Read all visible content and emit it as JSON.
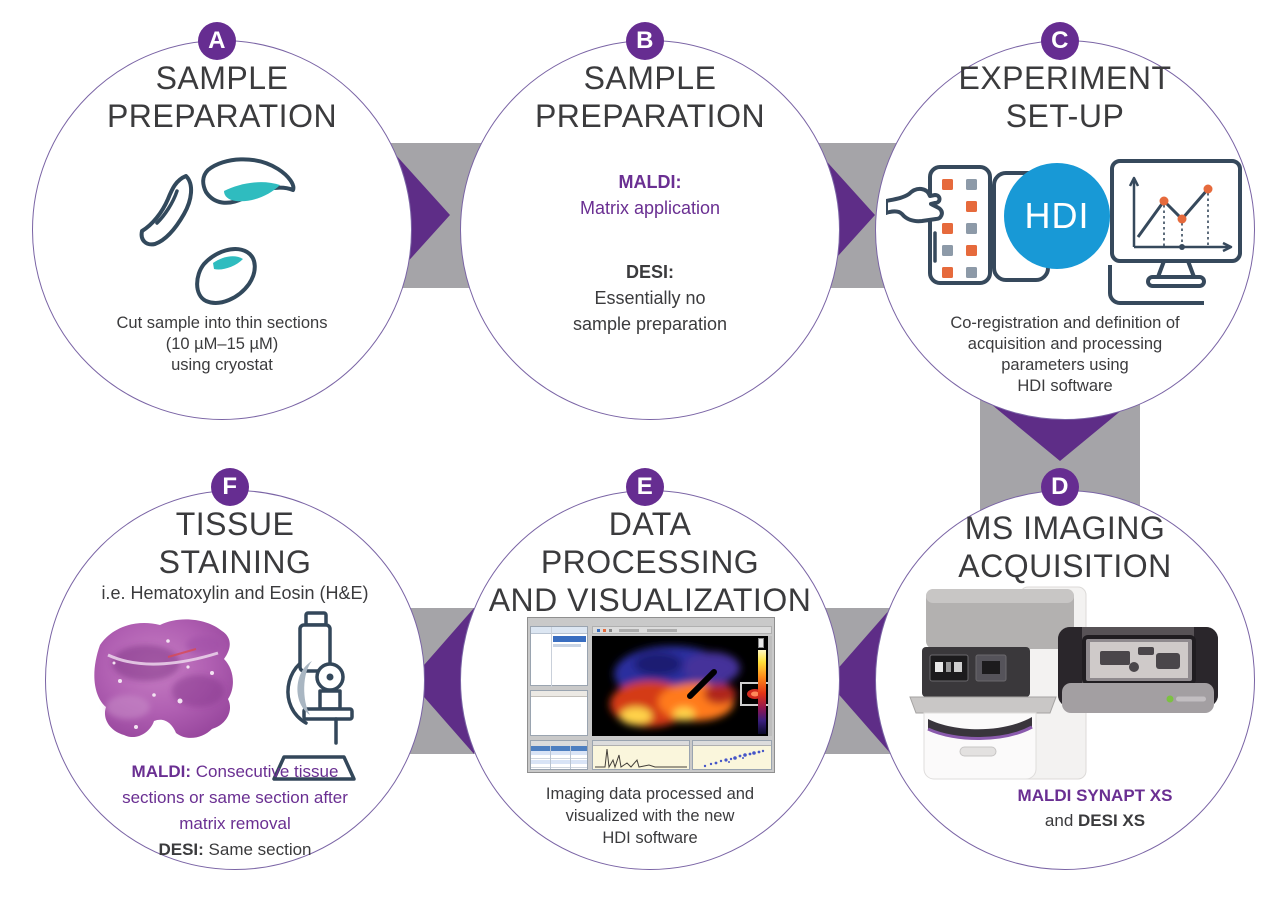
{
  "diagram_title": "MS imaging workflow",
  "colors": {
    "badge_purple": "#662d91",
    "arrow_purple": "#5e2d87",
    "text_purple": "#6a2f92",
    "connector_gray": "#a5a4a8",
    "dark_text": "#3b3b3d",
    "hdi_blue": "#1899d6",
    "teal_accent": "#2fbcbf",
    "orange_accent": "#e66a3c"
  },
  "flow_arrows": [
    {
      "from": "A",
      "to": "B",
      "direction": "right"
    },
    {
      "from": "B",
      "to": "C",
      "direction": "right"
    },
    {
      "from": "C",
      "to": "D",
      "direction": "down"
    },
    {
      "from": "D",
      "to": "E",
      "direction": "left"
    },
    {
      "from": "E",
      "to": "F",
      "direction": "left"
    }
  ],
  "icons": {
    "a": "tissue-sections-icon",
    "c_hand": "hand-touch-panel-icon",
    "c_hdi": "hdi-logo-circle",
    "c_monitor": "monitor-chart-icon",
    "d_synapt": "synapt-xs-instrument-photo",
    "d_desi": "desi-xs-instrument-photo",
    "e_screenshot": "hdi-software-screenshot",
    "f_tissue": "stained-tissue-image",
    "f_microscope": "microscope-icon"
  },
  "steps": {
    "a": {
      "badge": "A",
      "title1": "SAMPLE",
      "title2": "PREPARATION",
      "cap1": "Cut sample into thin sections",
      "cap2": "(10 µM–15 µM)",
      "cap3": "using cryostat"
    },
    "b": {
      "badge": "B",
      "title1": "SAMPLE",
      "title2": "PREPARATION",
      "maldiLabel": "MALDI:",
      "maldiText": "Matrix application",
      "desiLabel": "DESI:",
      "desiText1": "Essentially no",
      "desiText2": "sample preparation"
    },
    "c": {
      "badge": "C",
      "title1": "EXPERIMENT",
      "title2": "SET-UP",
      "hdi": "HDI",
      "cap1": "Co-registration and definition of",
      "cap2": "acquisition and processing",
      "cap3": "parameters using",
      "cap4": "HDI software"
    },
    "d": {
      "badge": "D",
      "title1": "MS IMAGING",
      "title2": "ACQUISITION",
      "product1": "MALDI SYNAPT XS",
      "productAnd": "and ",
      "product2": "DESI XS"
    },
    "e": {
      "badge": "E",
      "title1": "DATA",
      "title2": "PROCESSING",
      "title3": "AND VISUALIZATION",
      "cap1": "Imaging data processed and",
      "cap2": "visualized with the new",
      "cap3": "HDI software"
    },
    "f": {
      "badge": "F",
      "title1": "TISSUE",
      "title2": "STAINING",
      "subtitle": "i.e. Hematoxylin and Eosin (H&E)",
      "maldiLabel": "MALDI:",
      "maldiLine1": " Consecutive tissue",
      "maldiLine2": "sections or same section after",
      "maldiLine3": "matrix removal",
      "desiLabel": "DESI:",
      "desiText": " Same section"
    }
  }
}
